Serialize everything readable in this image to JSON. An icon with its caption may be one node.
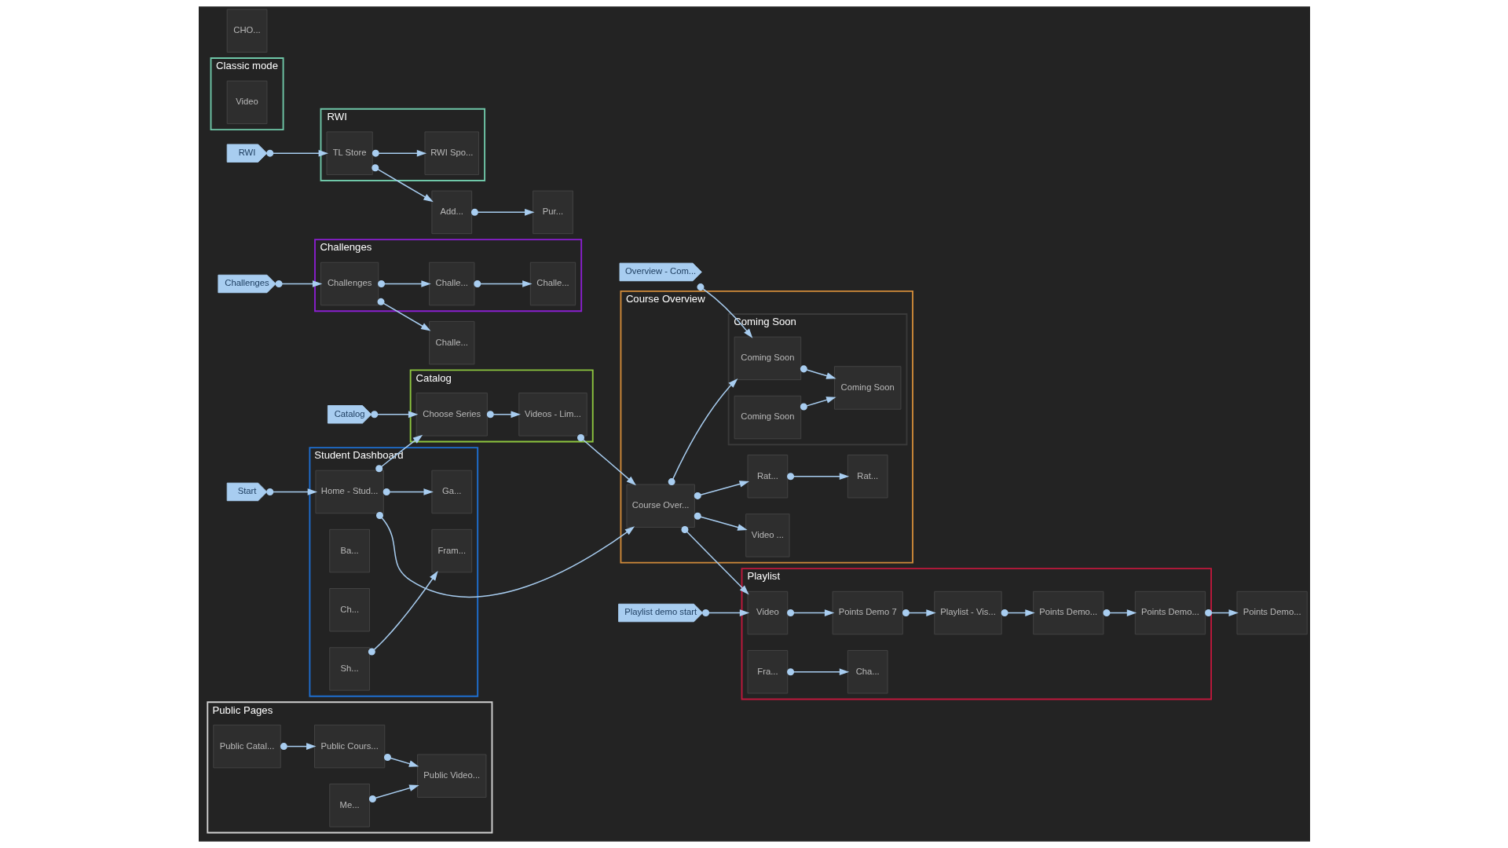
{
  "diagram": {
    "nodes": [
      {
        "text": [
          "Public Pages"
        ]
      },
      {
        "text": [
          "Public Catal..."
        ],
        "in": 0
      },
      {
        "text": [
          "Public Cours..."
        ],
        "in": 0
      },
      {
        "text": [
          "Me..."
        ],
        "in": 0
      },
      {
        "text": [
          "Public Video..."
        ],
        "in": 0
      },
      {
        "text": [
          "Student Dashboard"
        ]
      },
      {
        "text": [
          "Home - Stud..."
        ],
        "in": 5
      },
      {
        "text": [
          "Ga..."
        ],
        "in": 5
      },
      {
        "text": [
          "Ba..."
        ],
        "in": 5
      },
      {
        "text": [
          "Ch..."
        ],
        "in": 5
      },
      {
        "text": [
          "Sh..."
        ],
        "in": 5
      },
      {
        "text": [
          "Fram..."
        ],
        "in": 5
      },
      {
        "text": [
          "Catalog"
        ]
      },
      {
        "text": [
          "Choose Series"
        ],
        "in": 12
      },
      {
        "text": [
          "Videos - Lim..."
        ],
        "in": 12
      },
      {
        "text": [
          "Challenges"
        ]
      },
      {
        "text": [
          "Challenges"
        ],
        "in": 15
      },
      {
        "text": [
          "Challe..."
        ],
        "in": 15
      },
      {
        "text": [
          "Challe..."
        ],
        "in": 15
      },
      {
        "text": [
          "RWI"
        ]
      },
      {
        "text": [
          "TL Store"
        ],
        "in": 19
      },
      {
        "text": [
          "RWI Spo..."
        ],
        "in": 19
      },
      {
        "text": [
          "Classic mode"
        ]
      },
      {
        "text": [
          "Video"
        ],
        "in": 22
      },
      {
        "text": [
          "Course Overview"
        ]
      },
      {
        "text": [
          "Course Over..."
        ],
        "in": 24
      },
      {
        "text": [
          "Rat..."
        ],
        "in": 24
      },
      {
        "text": [
          "Rat..."
        ],
        "in": 24
      },
      {
        "text": [
          "Video ..."
        ],
        "in": 24
      },
      {
        "text": [
          "Coming Soon"
        ],
        "in": 24
      },
      {
        "text": [
          "Coming Soon"
        ],
        "in": 29
      },
      {
        "text": [
          "Coming Soon"
        ],
        "in": 29
      },
      {
        "text": [
          "Coming Soon"
        ],
        "in": 29
      },
      {
        "text": [
          "Playlist"
        ]
      },
      {
        "text": [
          "Video"
        ],
        "in": 33
      },
      {
        "text": [
          "Points Demo 7"
        ],
        "in": 33
      },
      {
        "text": [
          "Playlist - Vis..."
        ],
        "in": 33
      },
      {
        "text": [
          "Points Demo..."
        ],
        "in": 33
      },
      {
        "text": [
          "Points Demo..."
        ],
        "in": 33
      },
      {
        "text": [
          "Fra..."
        ],
        "in": 33
      },
      {
        "text": [
          "Cha..."
        ],
        "in": 33
      },
      {
        "text": [
          "Start"
        ]
      },
      {
        "text": [
          "Catalog"
        ]
      },
      {
        "text": [
          "Challenges"
        ]
      },
      {
        "text": [
          "RWI"
        ]
      },
      {
        "text": [
          "Playlist demo start"
        ]
      },
      {
        "text": [
          "Overview - Com..."
        ]
      },
      {
        "text": [
          "Add..."
        ]
      },
      {
        "text": [
          "Pur..."
        ]
      },
      {
        "text": [
          "Points Demo..."
        ]
      },
      {
        "text": [
          "Challe..."
        ]
      },
      {
        "text": [
          "CHO..."
        ]
      }
    ],
    "edges": [
      {
        "from": 41,
        "to": 6,
        "arrow": "to"
      },
      {
        "from": 42,
        "to": 13,
        "arrow": "to"
      },
      {
        "from": 43,
        "to": 16,
        "arrow": "to"
      },
      {
        "from": 44,
        "to": 20,
        "arrow": "to"
      },
      {
        "from": 45,
        "to": 34,
        "arrow": "to"
      },
      {
        "from": 46,
        "to": 30,
        "arrow": "to"
      },
      {
        "from": 1,
        "to": 2,
        "arrow": "to"
      },
      {
        "from": 2,
        "to": 4,
        "arrow": "to"
      },
      {
        "from": 3,
        "to": 4,
        "arrow": "to"
      },
      {
        "from": 6,
        "to": 7,
        "arrow": "to"
      },
      {
        "from": 6,
        "to": 13,
        "arrow": "to"
      },
      {
        "from": 6,
        "to": 25,
        "arrow": "to"
      },
      {
        "from": 10,
        "to": 11,
        "arrow": "to"
      },
      {
        "from": 13,
        "to": 14,
        "arrow": "to"
      },
      {
        "from": 14,
        "to": 25,
        "arrow": "to"
      },
      {
        "from": 16,
        "to": 17,
        "arrow": "to"
      },
      {
        "from": 17,
        "to": 18,
        "arrow": "to"
      },
      {
        "from": 20,
        "to": 21,
        "arrow": "to"
      },
      {
        "from": 25,
        "to": 26,
        "arrow": "to"
      },
      {
        "from": 26,
        "to": 27,
        "arrow": "to"
      },
      {
        "from": 25,
        "to": 28,
        "arrow": "to"
      },
      {
        "from": 25,
        "to": 30,
        "arrow": "to"
      },
      {
        "from": 30,
        "to": 32,
        "arrow": "to"
      },
      {
        "from": 31,
        "to": 32,
        "arrow": "to"
      },
      {
        "from": 25,
        "to": 34,
        "arrow": "to"
      },
      {
        "from": 34,
        "to": 35,
        "arrow": "to"
      },
      {
        "from": 35,
        "to": 36,
        "arrow": "to"
      },
      {
        "from": 36,
        "to": 37,
        "arrow": "to"
      },
      {
        "from": 37,
        "to": 38,
        "arrow": "to"
      },
      {
        "from": 38,
        "to": 49,
        "arrow": "to"
      },
      {
        "from": 39,
        "to": 40,
        "arrow": "to"
      },
      {
        "from": 47,
        "to": 48,
        "arrow": "to"
      },
      {
        "from": 20,
        "to": 47,
        "arrow": "to"
      },
      {
        "from": 16,
        "to": 50,
        "arrow": "to"
      }
    ]
  }
}
